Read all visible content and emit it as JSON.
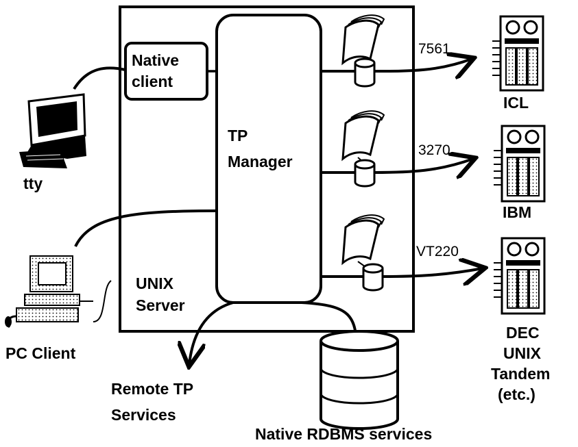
{
  "diagram": {
    "server_label_line1": "UNIX",
    "server_label_line2": "Server",
    "tp_manager_line1": "TP",
    "tp_manager_line2": "Manager",
    "native_client_line1": "Native",
    "native_client_line2": "client",
    "tty_label": "tty",
    "pc_client_label": "PC Client",
    "remote_tp_line1": "Remote TP",
    "remote_tp_line2": "Services",
    "rdbms_label": "Native RDBMS services",
    "connections": [
      {
        "protocol": "7561",
        "target_lines": [
          "ICL"
        ]
      },
      {
        "protocol": "3270",
        "target_lines": [
          "IBM"
        ]
      },
      {
        "protocol": "VT220",
        "target_lines": [
          "DEC",
          "UNIX",
          "Tandem",
          "(etc.)"
        ]
      }
    ]
  }
}
